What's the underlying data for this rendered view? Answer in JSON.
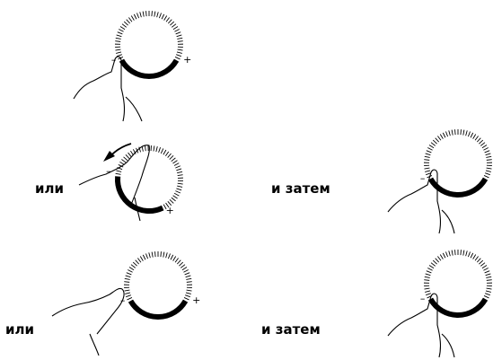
{
  "labels": {
    "row2_left": "или",
    "row2_right": "и затем",
    "row3_left": "или",
    "row3_right": "и затем"
  },
  "dial": {
    "minus_symbol": "–",
    "plus_symbol": "+"
  },
  "icons": {
    "dial": "touch-dial-icon",
    "finger": "finger-icon",
    "arrow": "swipe-arrow-icon"
  },
  "colors": {
    "ink": "#000000",
    "background": "#ffffff"
  }
}
